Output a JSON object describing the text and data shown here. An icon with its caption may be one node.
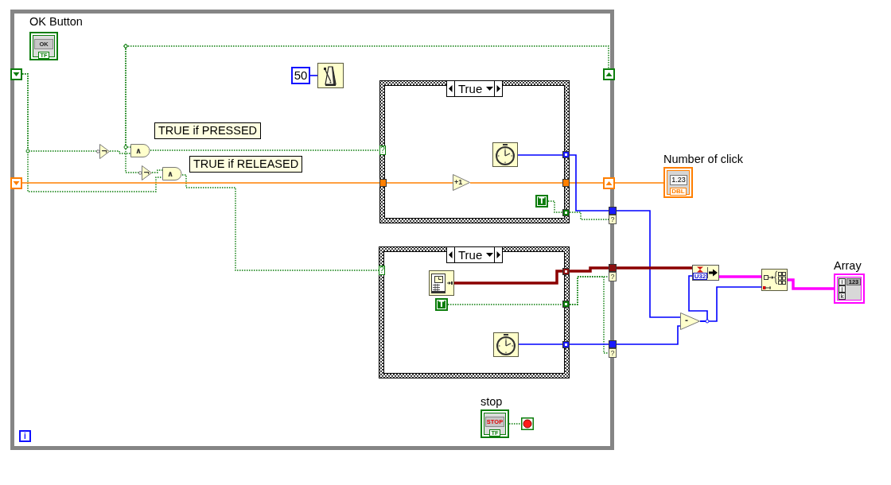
{
  "diagram": {
    "nodes": [
      {
        "text": [],
        "shape": "box"
      },
      {
        "text": [
          "OK Button",
          "OK",
          "TF"
        ],
        "in": 0
      },
      {
        "text": [],
        "shape": "box",
        "in": 0
      },
      {
        "text": [],
        "shape": "box",
        "in": 0
      },
      {
        "text": [],
        "shape": "box",
        "in": 0
      },
      {
        "text": [],
        "shape": "box",
        "in": 0
      },
      {
        "text": [
          "50"
        ],
        "in": 0
      },
      {
        "text": [],
        "shape": "picture",
        "in": 0
      },
      {
        "text": [
          "TRUE if PRESSED"
        ],
        "in": 0
      },
      {
        "text": [
          "¬"
        ],
        "in": 0
      },
      {
        "text": [
          "∧"
        ],
        "in": 0
      },
      {
        "text": [
          "TRUE if RELEASED"
        ],
        "in": 0
      },
      {
        "text": [
          "¬"
        ],
        "in": 0
      },
      {
        "text": [
          "∧"
        ],
        "in": 0
      },
      {
        "text": [
          "True"
        ],
        "in": 0
      },
      {
        "text": [
          "?"
        ],
        "in": 14
      },
      {
        "text": [],
        "shape": "box",
        "in": 14
      },
      {
        "text": [],
        "shape": "picture",
        "in": 14
      },
      {
        "text": [
          "+1"
        ],
        "in": 14
      },
      {
        "text": [
          "T"
        ],
        "in": 14
      },
      {
        "text": [],
        "shape": "box",
        "in": 14
      },
      {
        "text": [],
        "shape": "box",
        "in": 14
      },
      {
        "text": [],
        "shape": "box",
        "in": 14
      },
      {
        "text": [
          "True"
        ],
        "in": 0
      },
      {
        "text": [
          "?"
        ],
        "in": 23
      },
      {
        "text": [],
        "shape": "picture",
        "in": 23
      },
      {
        "text": [
          "T"
        ],
        "in": 23
      },
      {
        "text": [],
        "shape": "picture",
        "in": 23
      },
      {
        "text": [],
        "shape": "box",
        "in": 23
      },
      {
        "text": [],
        "shape": "box",
        "in": 23
      },
      {
        "text": [],
        "shape": "box",
        "in": 23
      },
      {
        "text": [
          "?"
        ]
      },
      {
        "text": [
          "?"
        ]
      },
      {
        "text": [
          "?"
        ]
      },
      {
        "text": [
          "stop",
          "STOP",
          "TF"
        ],
        "in": 0
      },
      {
        "text": [],
        "shape": "picture",
        "in": 0
      },
      {
        "text": [
          "i"
        ],
        "in": 0
      },
      {
        "text": [
          "Number of click",
          "1.23",
          "DBL"
        ]
      },
      {
        "text": [
          "U32"
        ]
      },
      {
        "text": [
          "-"
        ]
      },
      {
        "text": [],
        "shape": "picture"
      },
      {
        "text": [
          "Array",
          "i",
          "j",
          "k",
          "123"
        ]
      }
    ],
    "edges": [
      {
        "from": 2,
        "to": 9,
        "arrow": "none",
        "style": "dashed"
      },
      {
        "from": 2,
        "to": 13,
        "arrow": "none",
        "style": "dashed"
      },
      {
        "from": null,
        "to": 4,
        "arrow": "other",
        "style": "dashed"
      },
      {
        "from": null,
        "to": 10,
        "arrow": "other",
        "style": "dashed"
      },
      {
        "from": null,
        "to": 12,
        "arrow": "other",
        "style": "dashed"
      },
      {
        "from": 9,
        "to": 10,
        "arrow": "none",
        "style": "dashed"
      },
      {
        "from": 12,
        "to": 13,
        "arrow": "none",
        "style": "dashed"
      },
      {
        "from": 10,
        "to": 15,
        "arrow": "none",
        "style": "dashed"
      },
      {
        "from": 13,
        "to": 24,
        "arrow": "none",
        "style": "dashed"
      },
      {
        "from": 3,
        "to": 16,
        "arrow": "none",
        "color": "#ff8000"
      },
      {
        "from": 16,
        "to": 18,
        "arrow": "none",
        "color": "#ff8000"
      },
      {
        "from": 18,
        "to": 21,
        "arrow": "none",
        "color": "#ff8000"
      },
      {
        "from": 21,
        "to": 5,
        "arrow": "none",
        "color": "#ff8000"
      },
      {
        "from": 5,
        "to": 37,
        "arrow": "none",
        "color": "#ff8000"
      },
      {
        "from": 6,
        "to": 7,
        "arrow": "none",
        "color": "#0000ff"
      },
      {
        "from": 17,
        "to": 20,
        "arrow": "none",
        "color": "#0000ff"
      },
      {
        "from": 20,
        "to": 31,
        "arrow": "none",
        "color": "#0000ff"
      },
      {
        "from": 19,
        "to": 22,
        "arrow": "none",
        "style": "dashed"
      },
      {
        "from": 22,
        "to": 31,
        "arrow": "none",
        "style": "dashed"
      },
      {
        "from": 25,
        "to": 28,
        "arrow": "none",
        "style": "thick",
        "color": "#8b0000"
      },
      {
        "from": 28,
        "to": 32,
        "arrow": "none",
        "style": "thick",
        "color": "#8b0000"
      },
      {
        "from": 26,
        "to": 29,
        "arrow": "none",
        "style": "dashed"
      },
      {
        "from": 29,
        "to": 32,
        "arrow": "none",
        "style": "dashed"
      },
      {
        "from": 29,
        "to": 33,
        "arrow": "none",
        "style": "dashed"
      },
      {
        "from": 27,
        "to": 30,
        "arrow": "none",
        "color": "#0000ff"
      },
      {
        "from": 30,
        "to": 33,
        "arrow": "none",
        "color": "#0000ff"
      },
      {
        "from": 31,
        "to": 39,
        "arrow": "none",
        "color": "#0000ff"
      },
      {
        "from": 33,
        "to": 39,
        "arrow": "none",
        "color": "#0000ff"
      },
      {
        "from": 32,
        "to": 38,
        "arrow": "none",
        "style": "thick",
        "color": "#8b0000"
      },
      {
        "from": 39,
        "to": 38,
        "arrow": "none",
        "color": "#0000ff"
      },
      {
        "from": 39,
        "to": 40,
        "arrow": "none",
        "color": "#0000ff"
      },
      {
        "from": 38,
        "to": 40,
        "arrow": "none",
        "style": "thick",
        "color": "#ff00ff"
      },
      {
        "from": 40,
        "to": 41,
        "arrow": "none",
        "style": "thick",
        "color": "#ff00ff"
      },
      {
        "from": 34,
        "to": 35,
        "arrow": "none",
        "style": "dashed"
      }
    ]
  }
}
